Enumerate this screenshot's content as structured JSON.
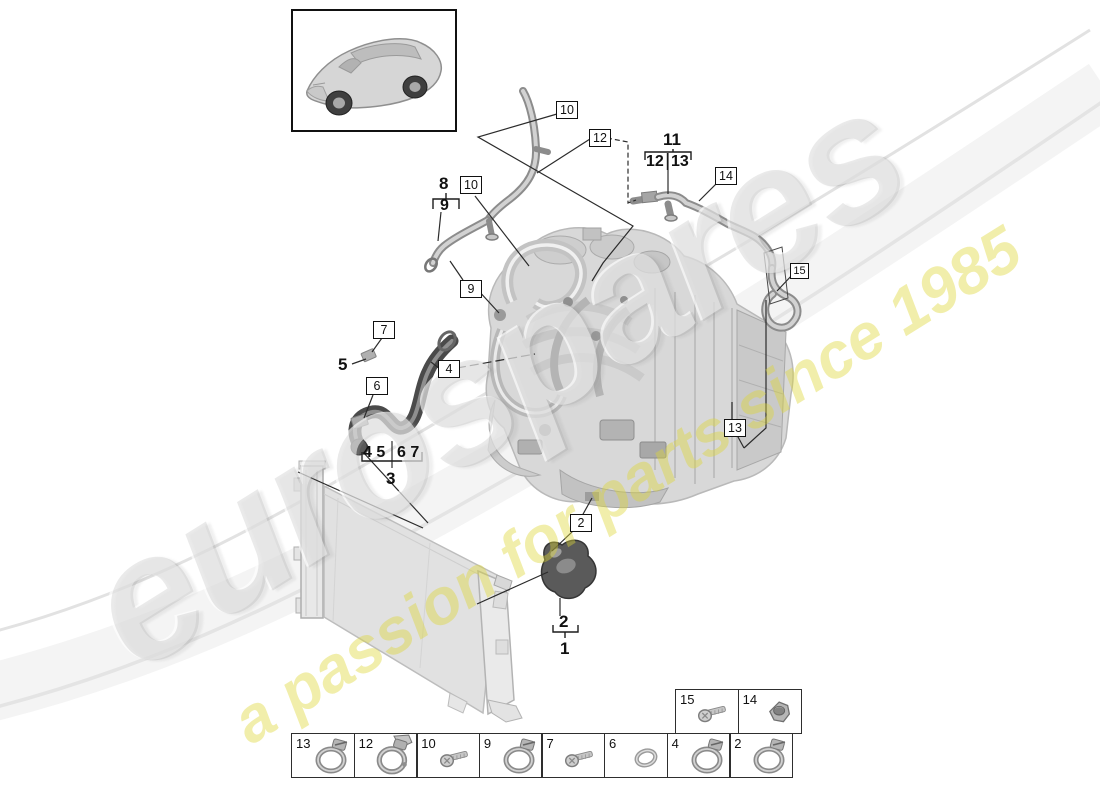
{
  "watermark": {
    "brand": "eurospares",
    "tagline": "a passion for parts since 1985",
    "brand_color": "#e9e9e9",
    "tagline_color": "#f2f0a7"
  },
  "callout_boxes": {
    "b10_top": "10",
    "b12": "12",
    "b14": "14",
    "b15": "15",
    "b10_mid": "10",
    "b9": "9",
    "b7": "7",
    "b6": "6",
    "b4": "4",
    "b2": "2",
    "b13": "13"
  },
  "group_labels": {
    "g8": "8",
    "g8_sub": "9",
    "g11": "11",
    "g11_sub_left": "12",
    "g11_sub_right": "13",
    "l5": "5",
    "l3": "3",
    "g3_sub_left": "4 5",
    "g3_sub_right": "6 7",
    "g1_sub": "2",
    "g1": "1"
  },
  "legend": {
    "bottom_row": [
      {
        "num": "13",
        "icon": "hose-clamp-icon"
      },
      {
        "num": "12",
        "icon": "bracket-clamp-icon"
      },
      {
        "num": "10",
        "icon": "screw-icon"
      },
      {
        "num": "9",
        "icon": "hose-clamp-icon"
      },
      {
        "num": "7",
        "icon": "screw-icon"
      },
      {
        "num": "6",
        "icon": "o-ring-icon"
      },
      {
        "num": "4",
        "icon": "hose-clamp-icon"
      },
      {
        "num": "2",
        "icon": "hose-clamp-icon"
      }
    ],
    "top_row": [
      {
        "num": "15",
        "icon": "screw-icon"
      },
      {
        "num": "14",
        "icon": "nut-icon"
      }
    ]
  },
  "colors": {
    "line": "#2a2a2a",
    "art_gray": "#d8d8d8"
  }
}
